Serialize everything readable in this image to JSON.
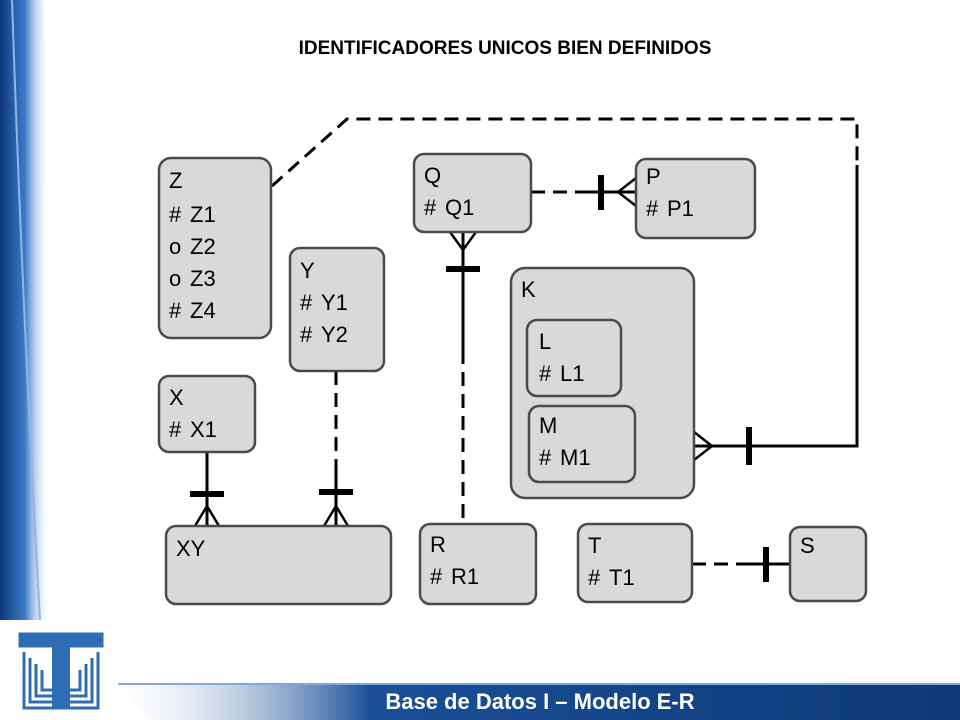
{
  "title": "IDENTIFICADORES UNICOS BIEN DEFINIDOS",
  "footer": "Base de Datos I – Modelo E-R",
  "entities": {
    "Z": {
      "name": "Z",
      "attrs": [
        {
          "mark": "#",
          "text": "Z1"
        },
        {
          "mark": "o",
          "text": "Z2"
        },
        {
          "mark": "o",
          "text": "Z3"
        },
        {
          "mark": "#",
          "text": "Z4"
        }
      ]
    },
    "Y": {
      "name": "Y",
      "attrs": [
        {
          "mark": "#",
          "text": "Y1"
        },
        {
          "mark": "#",
          "text": "Y2"
        }
      ]
    },
    "X": {
      "name": "X",
      "attrs": [
        {
          "mark": "#",
          "text": "X1"
        }
      ]
    },
    "XY": {
      "name": "XY",
      "attrs": []
    },
    "Q": {
      "name": "Q",
      "attrs": [
        {
          "mark": "#",
          "text": "Q1"
        }
      ]
    },
    "P": {
      "name": "P",
      "attrs": [
        {
          "mark": "#",
          "text": "P1"
        }
      ]
    },
    "K": {
      "name": "K",
      "attrs": []
    },
    "L": {
      "name": "L",
      "attrs": [
        {
          "mark": "#",
          "text": "L1"
        }
      ]
    },
    "M": {
      "name": "M",
      "attrs": [
        {
          "mark": "#",
          "text": "M1"
        }
      ]
    },
    "R": {
      "name": "R",
      "attrs": [
        {
          "mark": "#",
          "text": "R1"
        }
      ]
    },
    "T": {
      "name": "T",
      "attrs": [
        {
          "mark": "#",
          "text": "T1"
        }
      ]
    },
    "S": {
      "name": "S",
      "attrs": []
    }
  },
  "colors": {
    "footer_blue": "#1a4f96",
    "entity_fill": "#d9d9d9",
    "logo_blue": "#2e6db4"
  }
}
